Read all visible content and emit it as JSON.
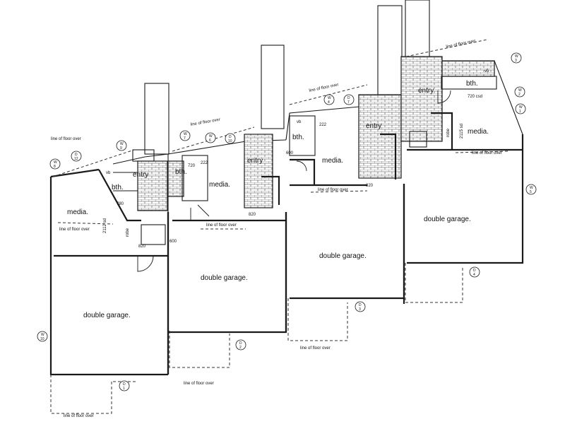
{
  "rooms": {
    "garage_1": "double garage.",
    "garage_2": "double garage.",
    "garage_3": "double garage.",
    "garage_4": "double garage.",
    "media_1": "media.",
    "media_2": "media.",
    "media_3": "media.",
    "media_4": "media.",
    "entry_1": "entry",
    "entry_2": "entry",
    "entry_3": "entry",
    "entry_4": "entry",
    "bth_1": "bth.",
    "bth_2": "bth.",
    "bth_3": "bth.",
    "bth_4": "bth."
  },
  "notes": {
    "floor_over": "line of floor over",
    "dim_600": "600",
    "dim_820": "820",
    "dim_720": "720",
    "dim_780": "780",
    "dim_222": "222",
    "dim_2112": "2112 sd",
    "dim_2115": "2115 sd",
    "cupboard": "720 csd",
    "robe": "robe",
    "vb": "vb"
  },
  "tags": [
    {
      "top": "W",
      "bottom": "8"
    },
    {
      "top": "D",
      "bottom": "12"
    },
    {
      "top": "W",
      "bottom": "9"
    },
    {
      "top": "W",
      "bottom": "7"
    },
    {
      "top": "W",
      "bottom": "6"
    },
    {
      "top": "D",
      "bottom": "10"
    },
    {
      "top": "W",
      "bottom": "4"
    },
    {
      "top": "D",
      "bottom": "7"
    },
    {
      "top": "W",
      "bottom": "3"
    },
    {
      "top": "W",
      "bottom": "2"
    },
    {
      "top": "W",
      "bottom": "1"
    },
    {
      "top": "W",
      "bottom": "5"
    },
    {
      "top": "W",
      "bottom": "10"
    },
    {
      "top": "D",
      "bottom": "1"
    },
    {
      "top": "D",
      "bottom": "2"
    },
    {
      "top": "D",
      "bottom": "3"
    },
    {
      "top": "D",
      "bottom": "4"
    }
  ]
}
